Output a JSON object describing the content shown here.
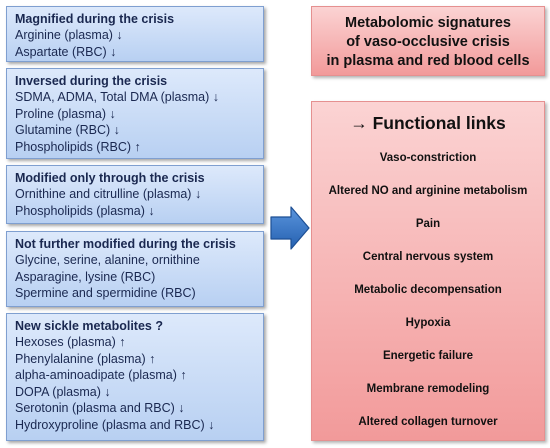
{
  "left_boxes": [
    {
      "title": "Magnified during the crisis",
      "items": [
        "Arginine (plasma) ↓",
        "Aspartate (RBC) ↓"
      ]
    },
    {
      "title": "Inversed during the crisis",
      "items": [
        "SDMA, ADMA, Total DMA (plasma) ↓",
        "Proline (plasma) ↓",
        "Glutamine (RBC) ↓",
        "Phospholipids (RBC) ↑"
      ]
    },
    {
      "title": "Modified only through the crisis",
      "items": [
        "Ornithine and citrulline (plasma) ↓",
        "Phospholipids (plasma) ↓"
      ]
    },
    {
      "title": "Not further modified during the crisis",
      "items": [
        "Glycine, serine, alanine, ornithine",
        "Asparagine, lysine (RBC)",
        "Spermine and spermidine (RBC)"
      ]
    },
    {
      "title": "New sickle metabolites ?",
      "items": [
        "Hexoses (plasma) ↑",
        "Phenylalanine (plasma) ↑",
        "alpha-aminoadipate (plasma) ↑",
        "DOPA (plasma) ↓",
        "Serotonin (plasma and RBC) ↓",
        "Hydroxyproline (plasma and RBC) ↓"
      ]
    }
  ],
  "signature_box": {
    "lines": [
      "Metabolomic signatures",
      "of vaso-occlusive crisis",
      "in plasma and red blood cells"
    ]
  },
  "functional_box": {
    "heading": "→ Functional links",
    "items": [
      "Vaso-constriction",
      "Altered NO and arginine metabolism",
      "Pain",
      "Central nervous system",
      "Metabolic decompensation",
      "Hypoxia",
      "Energetic failure",
      "Membrane remodeling",
      "Altered collagen turnover"
    ]
  },
  "colors": {
    "left_box_fill": "#c6daf5",
    "left_box_border": "#7f9fd0",
    "left_text": "#1a2850",
    "right_box_fill": "#f5b3b3",
    "arrow_fill": "#2e6fc0"
  }
}
